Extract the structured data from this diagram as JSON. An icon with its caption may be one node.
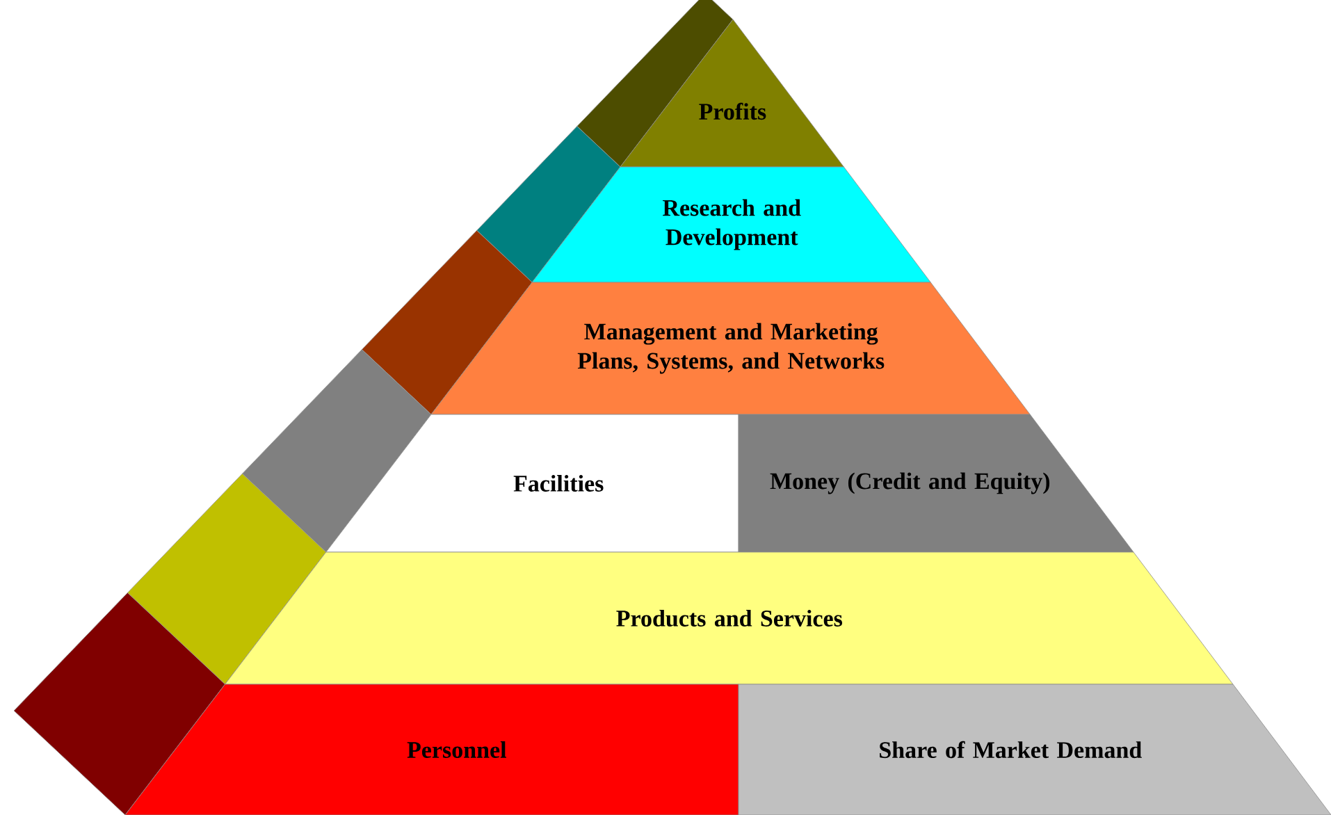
{
  "diagram": {
    "nodes": [
      {
        "text": [
          "Profits"
        ]
      },
      {
        "text": [
          "Research and Development"
        ]
      },
      {
        "text": [
          "Management and Marketing Plans, Systems, and Networks"
        ]
      },
      {
        "text": [
          "Facilities"
        ]
      },
      {
        "text": [
          "Money (Credit and Equity)"
        ]
      },
      {
        "text": [
          "Products and Services"
        ]
      },
      {
        "text": [
          "Personnel"
        ]
      },
      {
        "text": [
          "Share of Market Demand"
        ]
      }
    ]
  }
}
